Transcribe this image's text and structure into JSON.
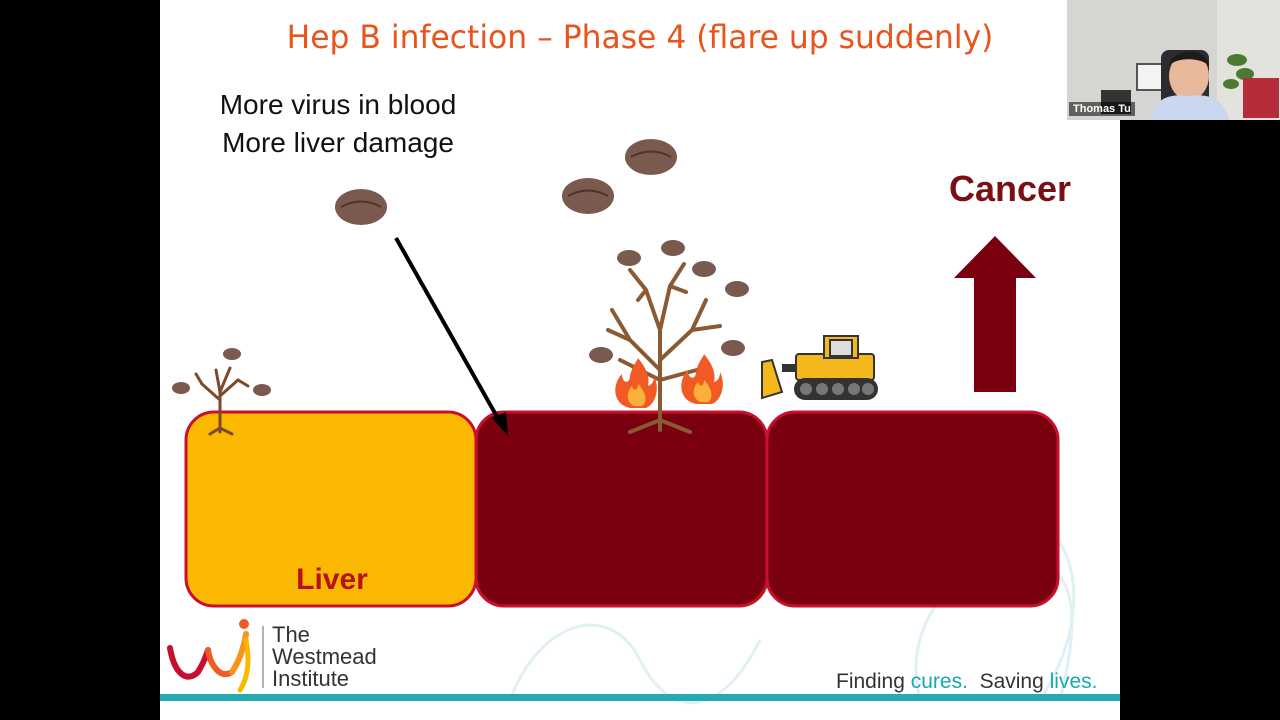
{
  "slide": {
    "title": "Hep B infection – Phase 4 (flare up suddenly)",
    "caption_line1": "More virus in blood",
    "caption_line2": "More liver damage",
    "cancer_label": "Cancer",
    "liver_label": "Liver"
  },
  "colors": {
    "title": "#e8541c",
    "liver_healthy": "#fbb800",
    "liver_damaged": "#7a0010",
    "outline": "#c8102e",
    "arrow": "#7a0010",
    "accent": "#1aa9b0"
  },
  "branding": {
    "logo_line1": "The",
    "logo_line2": "Westmead",
    "logo_line3": "Institute",
    "tagline_1": "Finding ",
    "tagline_2": "cures.",
    "tagline_3": "  Saving ",
    "tagline_4": "lives."
  },
  "webcam": {
    "participant_name": "Thomas Tu"
  }
}
